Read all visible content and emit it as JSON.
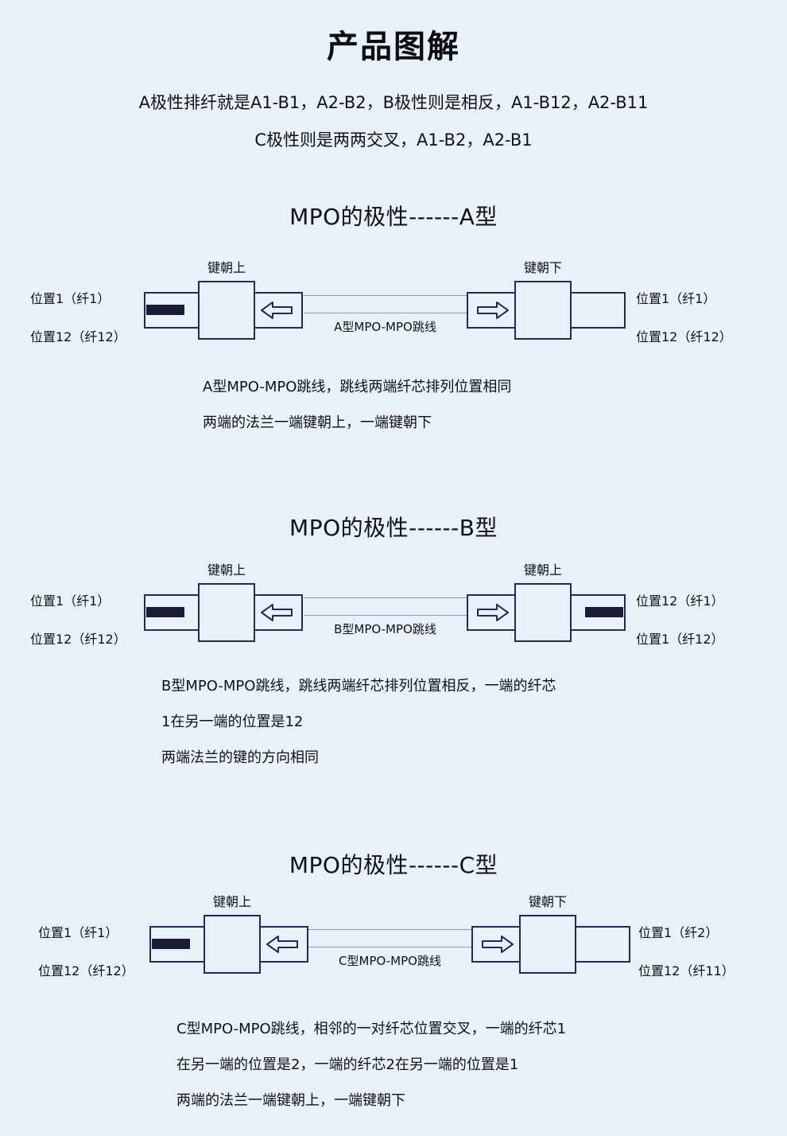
{
  "document": {
    "title": "产品图解",
    "intro_lines": [
      "A极性排纤就是A1-B1，A2-B2，B极性则是相反，A1-B12，A2-B11",
      "C极性则是两两交叉，A1-B2，A2-B1"
    ]
  },
  "colors": {
    "background": "#e8f0fa",
    "outline": "#1f2d55",
    "stripe": "#1c1c38",
    "cable": "#8c9ab2",
    "text": "#111111"
  },
  "sections": [
    {
      "id": "type-a",
      "heading": "MPO的极性------A型",
      "cable_label": "A型MPO-MPO跳线",
      "left_connector": {
        "key_caption": "键朝上",
        "arrow": "arrow-left",
        "has_stripe": true,
        "top_label": "位置1（纤1）",
        "bottom_label": "位置12（纤12）"
      },
      "right_connector": {
        "key_caption": "键朝下",
        "arrow": "arrow-right",
        "has_stripe": false,
        "top_label": "位置1（纤1）",
        "bottom_label": "位置12（纤12）"
      },
      "description": [
        "A型MPO-MPO跳线，跳线两端纤芯排列位置相同",
        "两端的法兰一端键朝上，一端键朝下"
      ]
    },
    {
      "id": "type-b",
      "heading": "MPO的极性------B型",
      "cable_label": "B型MPO-MPO跳线",
      "left_connector": {
        "key_caption": "键朝上",
        "arrow": "arrow-left",
        "has_stripe": true,
        "top_label": "位置1（纤1）",
        "bottom_label": "位置12（纤12）"
      },
      "right_connector": {
        "key_caption": "键朝上",
        "arrow": "arrow-right",
        "has_stripe": true,
        "top_label": "位置12（纤1）",
        "bottom_label": "位置1（纤12）"
      },
      "description": [
        "B型MPO-MPO跳线，跳线两端纤芯排列位置相反，一端的纤芯",
        "1在另一端的位置是12",
        "两端法兰的键的方向相同"
      ]
    },
    {
      "id": "type-c",
      "heading": "MPO的极性------C型",
      "cable_label": "C型MPO-MPO跳线",
      "left_connector": {
        "key_caption": "键朝上",
        "arrow": "arrow-left",
        "has_stripe": true,
        "top_label": "位置1（纤1）",
        "bottom_label": "位置12（纤12）"
      },
      "right_connector": {
        "key_caption": "键朝下",
        "arrow": "arrow-right",
        "has_stripe": false,
        "top_label": "位置1（纤2）",
        "bottom_label": "位置12（纤11）"
      },
      "description": [
        "C型MPO-MPO跳线，相邻的一对纤芯位置交叉，一端的纤芯1",
        "在另一端的位置是2，一端的纤芯2在另一端的位置是1",
        "两端的法兰一端键朝上，一端键朝下"
      ]
    }
  ]
}
